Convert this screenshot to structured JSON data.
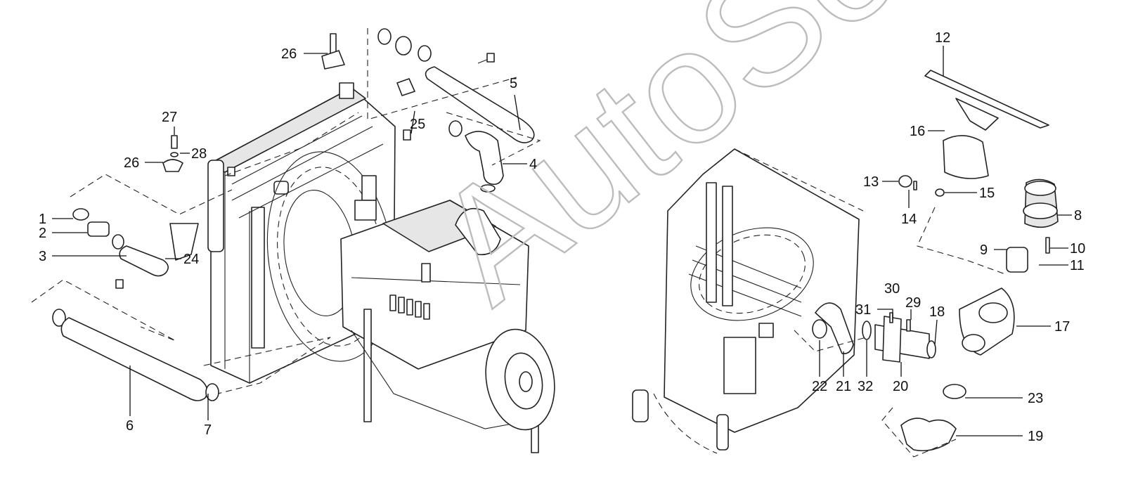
{
  "watermark": "AutoSoft",
  "callouts": {
    "c1": "1",
    "c2": "2",
    "c3": "3",
    "c4": "4",
    "c5": "5",
    "c6": "6",
    "c7": "7",
    "c8": "8",
    "c9": "9",
    "c10": "10",
    "c11": "11",
    "c12": "12",
    "c13": "13",
    "c14": "14",
    "c15": "15",
    "c16": "16",
    "c17": "17",
    "c18": "18",
    "c19": "19",
    "c20": "20",
    "c21": "21",
    "c22": "22",
    "c23": "23",
    "c24": "24",
    "c25": "25",
    "c26a": "26",
    "c26b": "26",
    "c27": "27",
    "c28": "28",
    "c29": "29",
    "c30": "30",
    "c31": "31",
    "c32": "32"
  },
  "colors": {
    "line": "#222222",
    "watermark": "#bcbcbc",
    "background": "#ffffff"
  }
}
